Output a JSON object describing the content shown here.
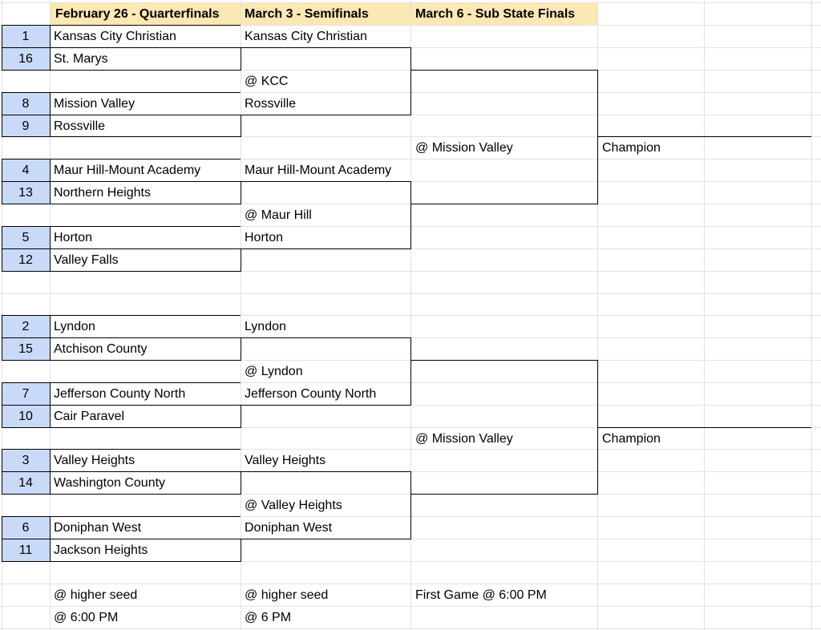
{
  "headers": {
    "quarterfinals": "February 26 - Quarterfinals",
    "semifinals": "March 3 - Semifinals",
    "finals": "March 6 - Sub State Finals"
  },
  "colors": {
    "header_fill": "#fce8b2",
    "seed_fill": "#c9daf8",
    "grid": "#e2e2e2",
    "border": "#000000"
  },
  "top_bracket": {
    "quarterfinals": [
      {
        "seed": "1",
        "team": "Kansas City Christian"
      },
      {
        "seed": "16",
        "team": "St. Marys"
      },
      {
        "seed": "8",
        "team": "Mission Valley"
      },
      {
        "seed": "9",
        "team": "Rossville"
      },
      {
        "seed": "4",
        "team": "Maur Hill-Mount Academy"
      },
      {
        "seed": "13",
        "team": "Northern Heights"
      },
      {
        "seed": "5",
        "team": "Horton"
      },
      {
        "seed": "12",
        "team": "Valley Falls"
      }
    ],
    "semifinals": [
      {
        "team_a": "Kansas City Christian",
        "site": "@ KCC",
        "team_b": "Rossville"
      },
      {
        "team_a": "Maur Hill-Mount Academy",
        "site": "@ Maur Hill",
        "team_b": "Horton"
      }
    ],
    "final_site": "@ Mission Valley",
    "champion_label": "Champion"
  },
  "bottom_bracket": {
    "quarterfinals": [
      {
        "seed": "2",
        "team": "Lyndon"
      },
      {
        "seed": "15",
        "team": "Atchison County"
      },
      {
        "seed": "7",
        "team": "Jefferson County North"
      },
      {
        "seed": "10",
        "team": "Cair Paravel"
      },
      {
        "seed": "3",
        "team": "Valley Heights"
      },
      {
        "seed": "14",
        "team": "Washington County"
      },
      {
        "seed": "6",
        "team": "Doniphan West"
      },
      {
        "seed": "11",
        "team": "Jackson Heights"
      }
    ],
    "semifinals": [
      {
        "team_a": "Lyndon",
        "site": "@ Lyndon",
        "team_b": "Jefferson County North"
      },
      {
        "team_a": "Valley Heights",
        "site": "@ Valley Heights",
        "team_b": "Doniphan West"
      }
    ],
    "final_site": "@ Mission Valley",
    "champion_label": "Champion"
  },
  "notes": {
    "qf_site": "@ higher seed",
    "qf_time": "@ 6:00 PM",
    "sf_site": "@ higher seed",
    "sf_time": "@ 6 PM",
    "final_time": "First Game @ 6:00 PM"
  }
}
